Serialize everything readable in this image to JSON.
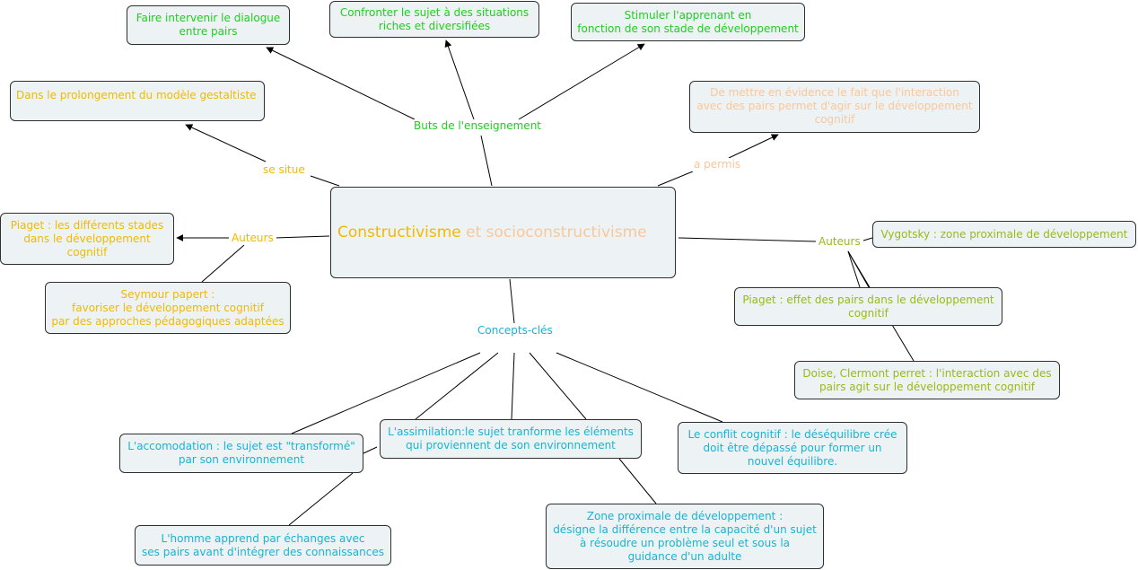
{
  "colors": {
    "green": "#22cc22",
    "gold": "#f2b900",
    "peach": "#f9c79c",
    "olive": "#99b91a",
    "cyan": "#19b3d4",
    "node_fill": "#edf3f4",
    "line": "#000000"
  },
  "central": {
    "part1": "Constructivisme",
    "part2": " et socioconstructivisme"
  },
  "links": {
    "buts": "Buts de l'enseignement",
    "se_situe": "se situe",
    "a_permis": "a permis",
    "auteurs_left": "Auteurs",
    "auteurs_right": "Auteurs",
    "concepts": "Concepts-clés"
  },
  "nodes": {
    "dialogue": [
      "Faire intervenir le dialogue",
      "entre pairs"
    ],
    "confronter": [
      "Confronter le sujet à des situations",
      "riches et diversifiées"
    ],
    "stimuler": [
      "Stimuler l'apprenant en",
      "fonction de son stade de développement"
    ],
    "gestalt": [
      "Dans le prolongement du modèle gestaltiste"
    ],
    "interaction": [
      "De mettre en évidence le fait que l'interaction",
      "avec des pairs permet d'agir sur le développement",
      "cognitif"
    ],
    "piaget_left": [
      "Piaget : les différents stades",
      "dans le développement",
      "cognitif"
    ],
    "seymour": [
      "Seymour papert :",
      "favoriser le développement cognitif",
      "par des approches pédagogiques adaptées"
    ],
    "vygotsky": [
      "Vygotsky : zone proximale de développement"
    ],
    "piaget_right": [
      "Piaget : effet des pairs dans le développement",
      "cognitif"
    ],
    "doise": [
      "Doise, Clermont perret : l'interaction avec des",
      "pairs agit sur le développement cognitif"
    ],
    "accomodation": [
      "L'accomodation : le sujet est \"transformé\"",
      "par son environnement"
    ],
    "assimilation": [
      "L'assimilation:le sujet tranforme les éléments",
      "qui proviennent de son environnement"
    ],
    "conflit": [
      "Le conflit cognitif : le déséquilibre crée",
      "doit être dépassé pour former un",
      "nouvel équilibre."
    ],
    "homme": [
      "L'homme apprend par échanges avec",
      "ses pairs avant d'intégrer des connaissances"
    ],
    "zpd": [
      "Zone proximale de développement :",
      "désigne la différence entre la capacité d'un sujet",
      "à résoudre un problème seul et sous la",
      "guidance d'un adulte"
    ]
  }
}
